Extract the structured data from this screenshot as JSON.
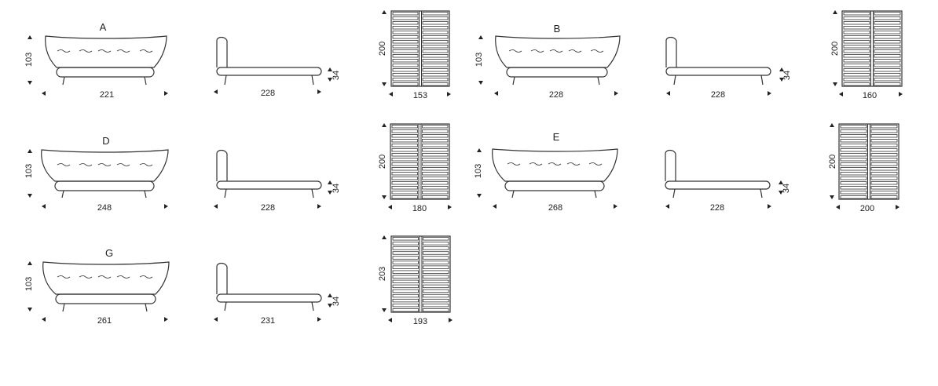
{
  "diagram": {
    "title": "",
    "models": [
      {
        "id": "A",
        "front_width": "221",
        "height": "103",
        "side_length": "228",
        "side_height": "34",
        "slat_length": "200",
        "slat_width": "153"
      },
      {
        "id": "B",
        "front_width": "228",
        "height": "103",
        "side_length": "228",
        "side_height": "34",
        "slat_length": "200",
        "slat_width": "160"
      },
      {
        "id": "D",
        "front_width": "248",
        "height": "103",
        "side_length": "228",
        "side_height": "34",
        "slat_length": "200",
        "slat_width": "180"
      },
      {
        "id": "E",
        "front_width": "268",
        "height": "103",
        "side_length": "228",
        "side_height": "34",
        "slat_length": "200",
        "slat_width": "200"
      },
      {
        "id": "G",
        "front_width": "261",
        "height": "103",
        "side_length": "231",
        "side_height": "34",
        "slat_length": "203",
        "slat_width": "193"
      }
    ]
  },
  "colors": {
    "line": "#333333",
    "text": "#222222",
    "background": "#ffffff"
  },
  "icons": [
    "bed-front-view",
    "bed-side-view",
    "slatted-base-top-view"
  ]
}
